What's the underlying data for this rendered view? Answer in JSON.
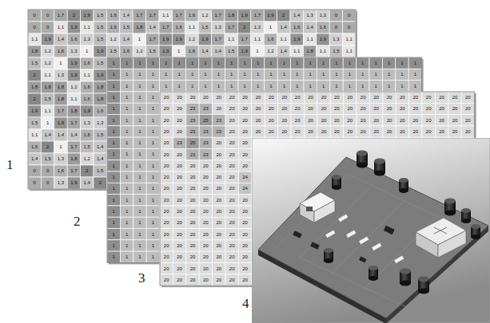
{
  "diagram": {
    "labels": [
      "0",
      "0",
      "1,7",
      "2",
      "1,9",
      "1,5",
      "1,6",
      "1,4",
      "1,7",
      "1,7",
      "1,1",
      "1,7",
      "1,6",
      "1,2",
      "1,7",
      "1,8",
      "1,9",
      "1,7",
      "1,9",
      "2",
      "1,4",
      "1,3",
      "1,3",
      "0",
      "0",
      "0",
      "0",
      "1,1",
      "1,9",
      "1,1",
      "1,5",
      "1,6",
      "1,5",
      "1,8",
      "1,4",
      "1,7",
      "1,6",
      "1,1",
      "1,5",
      "1,3",
      "1,7",
      "2",
      "1,3",
      "1",
      "1,4",
      "1,6",
      "1,4",
      "1,6",
      "0",
      "0",
      "1,1",
      "1,9",
      "1,4",
      "1,6",
      "1,3",
      "1,5",
      "1,2",
      "1,4",
      "1",
      "1,7",
      "1,9",
      "1,9",
      "1,2",
      "1,9",
      "1,7",
      "1,1",
      "1,7",
      "1,1",
      "1,6",
      "1,1",
      "1,9",
      "1,1",
      "1,9",
      "1,3",
      "1,1",
      "1,8",
      "1,2",
      "1,6",
      "1,3",
      "1",
      "1,9",
      "1,5",
      "1,6",
      "1,2",
      "1,5",
      "1,9",
      "1",
      "1,6",
      "1,4",
      "1,4",
      "1,5",
      "1,9",
      "1",
      "1,2",
      "1,4",
      "1,1",
      "1,8",
      "1,1",
      "1,5",
      "1,1",
      "1,5",
      "1,2",
      "1",
      "1,9",
      "1,6",
      "1,5",
      "2",
      "1,1",
      "1,3",
      "1,9",
      "1,1",
      "1,9",
      "1,8",
      "1,8",
      "1,8",
      "1,2",
      "1,6",
      "1,8",
      "2",
      "1,5",
      "1,8",
      "1,1",
      "1,6",
      "1,8",
      "1,9",
      "1,1",
      "1,7",
      "1,8",
      "1,9",
      "1,6",
      "1,5",
      "1",
      "1,9",
      "1,7",
      "1,3",
      "1,3",
      "1,1",
      "1,4",
      "1,4",
      "1,4",
      "1,6",
      "1,5",
      "1,6",
      "2",
      "1",
      "1,7",
      "1,5",
      "1,4",
      "1,4",
      "1,5",
      "1,3",
      "1,8",
      "1,2",
      "1,4",
      "0",
      "0",
      "1,6",
      "1,7",
      "2",
      "1,5",
      "0",
      "0",
      "1,3",
      "1,9",
      "1,4",
      "2",
      "1",
      "1",
      "1",
      "1",
      "1",
      "1",
      "1",
      "1",
      "1",
      "1",
      "1",
      "1",
      "1",
      "1",
      "1",
      "1",
      "1",
      "1",
      "1",
      "1",
      "1",
      "1",
      "1",
      "1",
      "1",
      "1",
      "1",
      "1",
      "1",
      "1",
      "1",
      "1",
      "1",
      "1",
      "1",
      "1",
      "1",
      "1",
      "1",
      "1",
      "1",
      "1",
      "1",
      "1",
      "1",
      "1",
      "1",
      "1",
      "1",
      "1",
      "1",
      "1",
      "1",
      "1",
      "1",
      "1",
      "1",
      "1",
      "1",
      "1",
      "1",
      "1",
      "1",
      "1",
      "1",
      "1",
      "1",
      "1",
      "1",
      "1",
      "1",
      "1",
      "1",
      "1",
      "1",
      "1",
      "1",
      "1",
      "1",
      "1",
      "1",
      "1",
      "1",
      "1",
      "1",
      "1",
      "1",
      "1",
      "1",
      "1",
      "1",
      "1",
      "1",
      "1",
      "1",
      "1",
      "1",
      "1",
      "1",
      "1",
      "1",
      "1",
      "1",
      "1",
      "1",
      "1",
      "1",
      "1",
      "1",
      "1",
      "1",
      "1",
      "1",
      "1",
      "1",
      "1",
      "1",
      "1",
      "1",
      "1",
      "1",
      "1",
      "1",
      "1",
      "1",
      "1",
      "1",
      "1",
      "1",
      "1",
      "1",
      "1",
      "1",
      "2",
      "20",
      "20",
      "20",
      "20",
      "20",
      "20",
      "20",
      "20",
      "20",
      "20",
      "20",
      "20",
      "20",
      "20",
      "20",
      "20",
      "20",
      "20",
      "20",
      "20",
      "20",
      "20",
      "20",
      "20",
      "20",
      "20",
      "23",
      "23",
      "20",
      "20",
      "20",
      "20",
      "20",
      "20",
      "20",
      "20",
      "20",
      "20",
      "20",
      "20",
      "20",
      "20",
      "20",
      "20",
      "20",
      "20",
      "20",
      "20",
      "20",
      "20",
      "23",
      "25",
      "23",
      "20",
      "20",
      "20",
      "20",
      "20",
      "20",
      "20",
      "20",
      "20",
      "20",
      "20",
      "20",
      "20",
      "20",
      "20",
      "20",
      "20",
      "20",
      "20",
      "20",
      "20",
      "23",
      "23",
      "23",
      "20",
      "20",
      "20",
      "20",
      "20",
      "20",
      "20",
      "20",
      "20",
      "20",
      "20",
      "20",
      "20",
      "20",
      "20",
      "20",
      "20",
      "20",
      "20",
      "20",
      "23",
      "25",
      "23",
      "20",
      "20",
      "20",
      "20",
      "20",
      "23",
      "23",
      "20",
      "20",
      "20",
      "20",
      "20",
      "20",
      "20",
      "20",
      "20",
      "20",
      "20",
      "20",
      "20",
      "20",
      "20",
      "20",
      "24",
      "20",
      "20",
      "20",
      "20",
      "20",
      "20",
      "24",
      "20",
      "20",
      "20",
      "20",
      "20",
      "20",
      "20",
      "20",
      "20",
      "20",
      "20",
      "20",
      "20",
      "20",
      "20",
      "20",
      "20",
      "20",
      "20",
      "20",
      "20",
      "20",
      "20",
      "20",
      "20",
      "20",
      "20",
      "20",
      "20",
      "20",
      "20",
      "20",
      "20",
      "20",
      "20",
      "20",
      "20",
      "20",
      "20",
      "20",
      "20",
      "20",
      "20",
      "20",
      "20",
      "20",
      "20",
      "20",
      "20",
      "20",
      "20",
      "20",
      "20",
      "20",
      "20",
      "20",
      "3",
      "4"
    ]
  }
}
